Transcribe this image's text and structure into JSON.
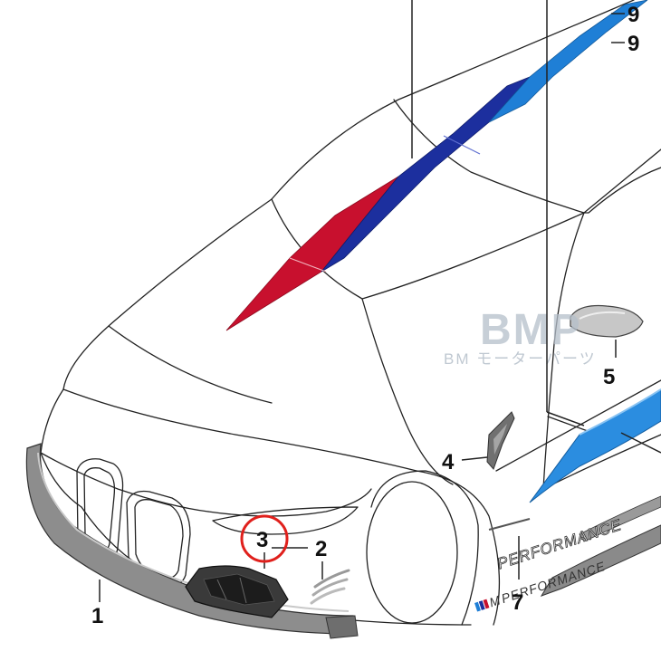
{
  "callouts": {
    "c1": "1",
    "c2": "2",
    "c3": "3",
    "c4": "4",
    "c5": "5",
    "c7": "7",
    "c9a": "9",
    "c9b": "9"
  },
  "watermark": {
    "main": "BMP",
    "sub": "BM モーターパーツ"
  },
  "decals": {
    "side_text": "PERFORMANCE",
    "side_prefix": "M",
    "small_text": "PERFORMANCE"
  },
  "highlight": {
    "part": "3",
    "color": "#e0201c"
  },
  "colors": {
    "stripe_red": "#c8102e",
    "stripe_dark_blue": "#1c2f9e",
    "stripe_light_blue": "#1f7fd6",
    "side_stripe_blue": "#2b8de0",
    "parts_grey": "#8a8a8a"
  }
}
